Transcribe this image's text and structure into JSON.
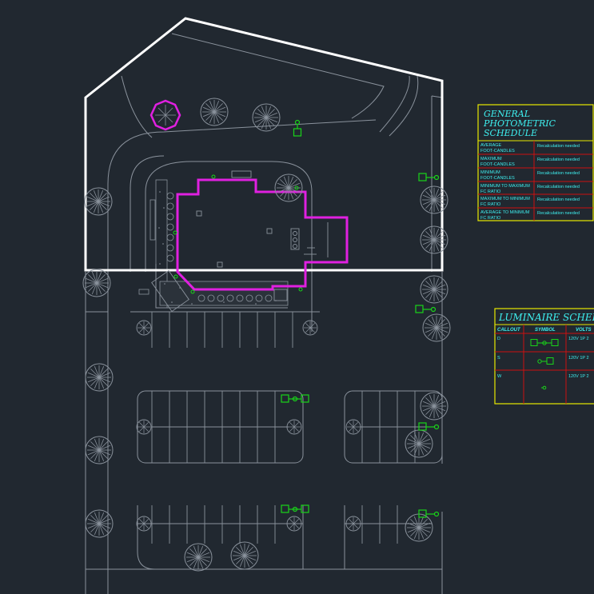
{
  "colors": {
    "background": "#212830",
    "linework": "#8a929c",
    "site_boundary": "#ffffff",
    "building_outline": "#e020e0",
    "fixture": "#19d419",
    "schedule_border": "#e8e800",
    "schedule_grid": "#cc1111",
    "schedule_text": "#3ef0f0"
  },
  "photometric_schedule": {
    "title_lines": [
      "GENERAL",
      "PHOTOMETRIC",
      "SCHEDULE"
    ],
    "rows": [
      {
        "label_lines": [
          "AVERAGE",
          "FOOT-CANDLES"
        ],
        "value": "Recalculation needed"
      },
      {
        "label_lines": [
          "MAXIMUM",
          "FOOT-CANDLES"
        ],
        "value": "Recalculation needed"
      },
      {
        "label_lines": [
          "MINIMUM",
          "FOOT-CANDLES"
        ],
        "value": "Recalculation needed"
      },
      {
        "label_lines": [
          "MINIMUM TO MAXIMUM",
          "FC RATIO"
        ],
        "value": "Recalculation needed"
      },
      {
        "label_lines": [
          "MAXIMUM TO MINIMUM",
          "FC RATIO"
        ],
        "value": "Recalculation needed"
      },
      {
        "label_lines": [
          "AVERAGE TO MINIMUM",
          "FC RATIO"
        ],
        "value": "Recalculation needed"
      }
    ]
  },
  "luminaire_schedule": {
    "title": "LUMINAIRE SCHEDU",
    "headers": [
      "CALLOUT",
      "SYMBOL",
      "VOLTS"
    ],
    "rows": [
      {
        "callout": "D",
        "symbol_icon": "double-head-pole-icon",
        "volts": "120V 1P 2"
      },
      {
        "callout": "S",
        "symbol_icon": "single-head-pole-icon",
        "volts": "120V 1P 2"
      },
      {
        "callout": "W",
        "symbol_icon": "wall-pack-icon",
        "volts": "120V 1P 2"
      }
    ]
  }
}
